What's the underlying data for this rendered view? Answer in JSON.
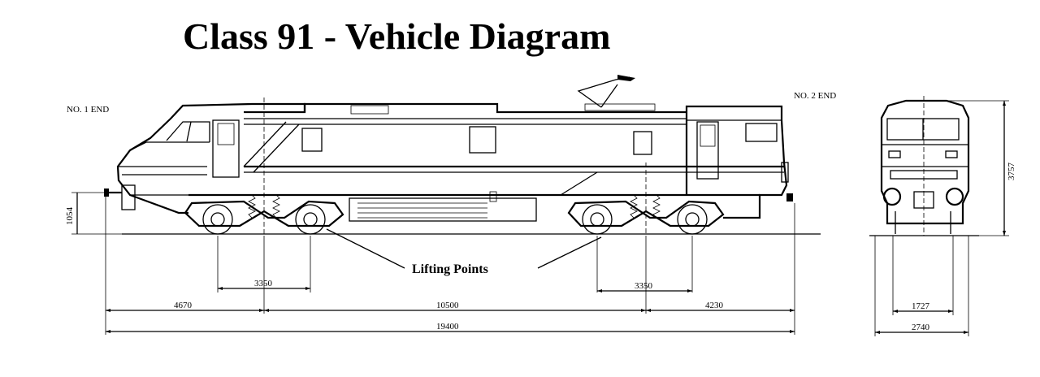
{
  "title": "Class 91  -  Vehicle Diagram",
  "end_labels": {
    "no1": "NO. 1 END",
    "no2": "NO. 2 END"
  },
  "callout": "Lifting Points",
  "dimensions": {
    "buffer_height": "1054",
    "bogie_wheelbase_left": "3350",
    "bogie_wheelbase_right": "3350",
    "overhang_no1": "4670",
    "bogie_centres": "10500",
    "overhang_no2": "4230",
    "overall_length": "19400",
    "height": "3757",
    "gauge": "1727",
    "width": "2740"
  }
}
